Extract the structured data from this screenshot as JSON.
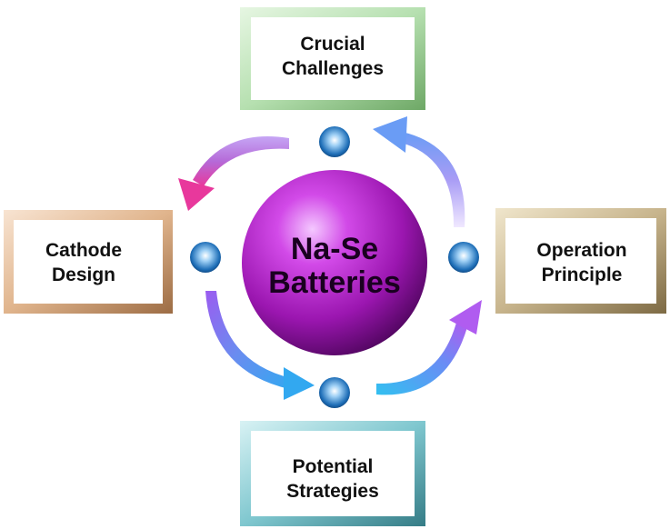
{
  "center": {
    "line1": "Na-Se",
    "line2": "Batteries",
    "color": "#9b16b0"
  },
  "boxes": {
    "top": {
      "line1": "Crucial",
      "line2": "Challenges",
      "frame_color": "#b6e0b0"
    },
    "right": {
      "line1": "Operation",
      "line2": "Principle",
      "frame_color": "#c7b48c"
    },
    "bottom": {
      "line1": "Potential",
      "line2": "Strategies",
      "frame_color": "#7fc7cf"
    },
    "left": {
      "line1": "Cathode",
      "line2": "Design",
      "frame_color": "#e0b48c"
    }
  },
  "colors": {
    "node_ball": "#1f6fb8",
    "arrow_pink": "#e8389c",
    "arrow_purple": "#9b5cf0",
    "arrow_blue": "#32a8f0"
  }
}
